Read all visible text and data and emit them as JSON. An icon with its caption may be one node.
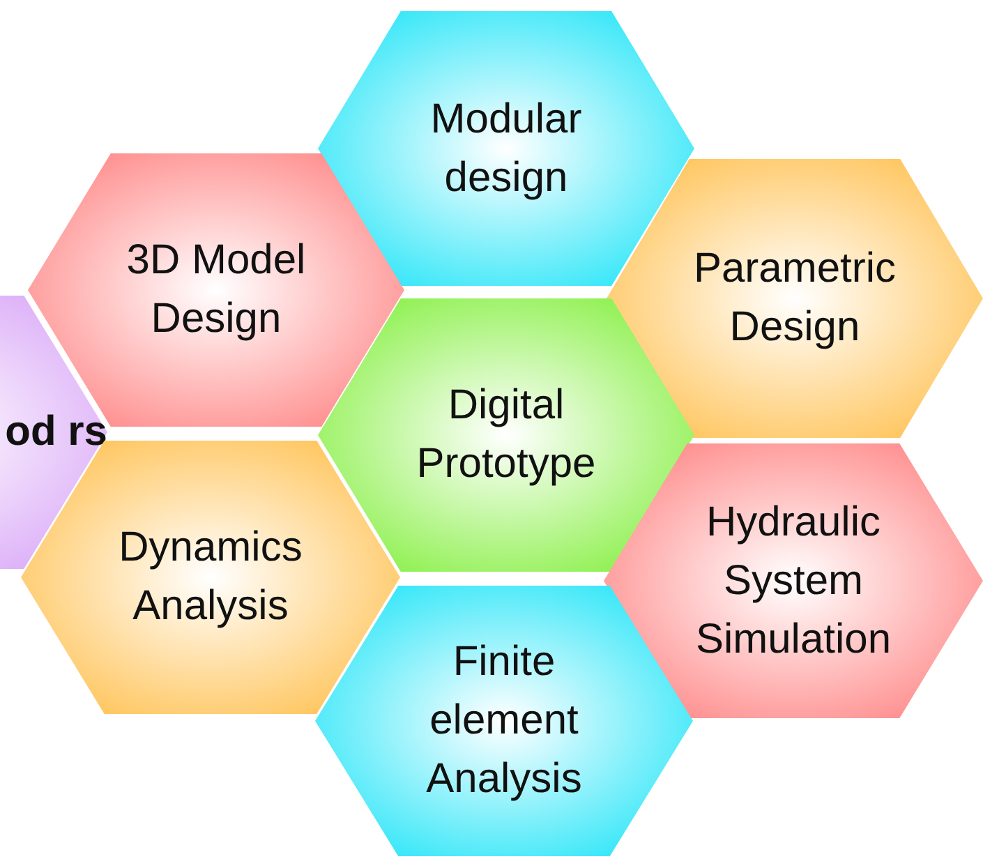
{
  "diagram": {
    "nodes": [
      {
        "text": [
          "Modular design"
        ]
      },
      {
        "text": [
          "3D Model Design"
        ]
      },
      {
        "text": [
          "Parametric Design"
        ]
      },
      {
        "text": [
          "od rs"
        ]
      },
      {
        "text": [
          "Digital Prototype"
        ]
      },
      {
        "text": [
          "Dynamics Analysis"
        ]
      },
      {
        "text": [
          "Hydraulic System Simulation"
        ]
      },
      {
        "text": [
          "Finite element Analysis"
        ]
      }
    ]
  }
}
